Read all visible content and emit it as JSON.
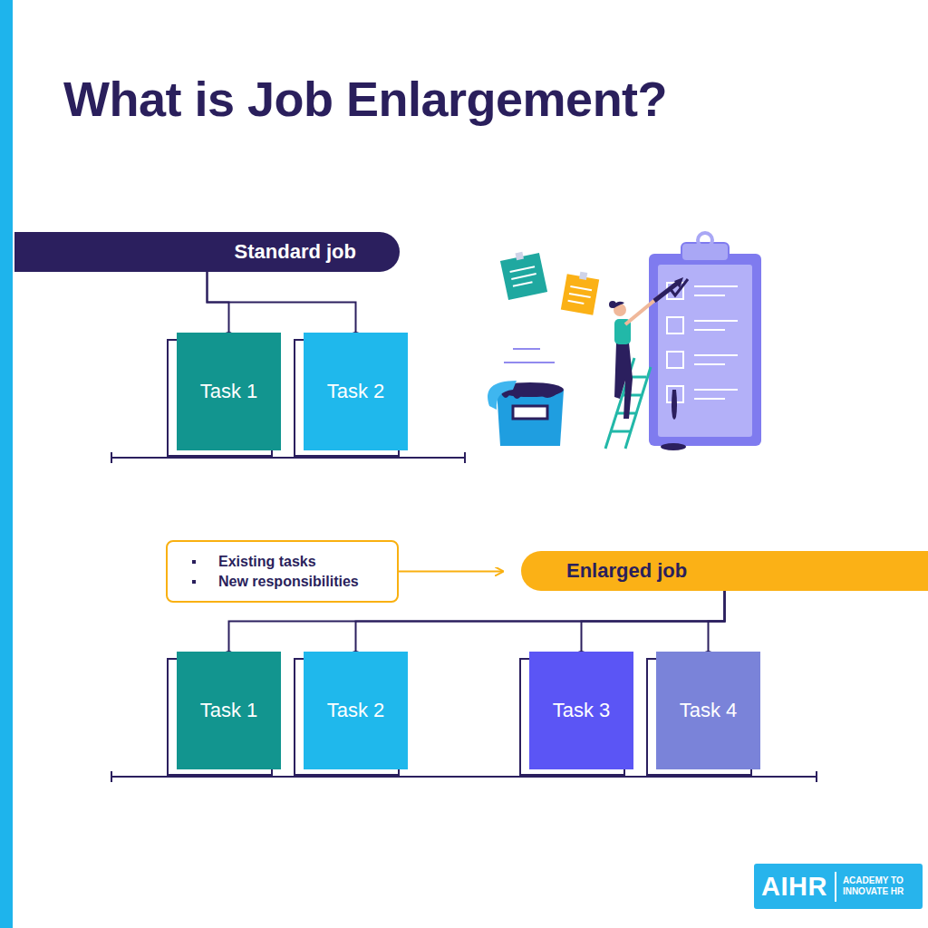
{
  "diagram": {
    "title": "What is Job Enlargement?",
    "nodes": [
      {
        "text": [
          "Standard job"
        ]
      },
      {
        "text": [
          "Task 1"
        ]
      },
      {
        "text": [
          "Task 2"
        ]
      },
      {
        "text": [
          "Existing tasks",
          "New responsibilities"
        ]
      },
      {
        "text": [
          "Enlarged job"
        ]
      },
      {
        "text": [
          "Task 1"
        ]
      },
      {
        "text": [
          "Task 2"
        ]
      },
      {
        "text": [
          "Task 3"
        ]
      },
      {
        "text": [
          "Task 4"
        ]
      },
      {
        "text": [
          "AIHR",
          "ACADEMY TO INNOVATE HR"
        ]
      }
    ],
    "edges": [
      {
        "from": 0,
        "to": 1,
        "arrow": "none"
      },
      {
        "from": 0,
        "to": 2,
        "arrow": "none"
      },
      {
        "from": 3,
        "to": 4,
        "arrow": "to"
      },
      {
        "from": 4,
        "to": 5,
        "arrow": "none"
      },
      {
        "from": 4,
        "to": 6,
        "arrow": "none"
      },
      {
        "from": 4,
        "to": 7,
        "arrow": "none"
      },
      {
        "from": 4,
        "to": 8,
        "arrow": "none"
      }
    ]
  }
}
